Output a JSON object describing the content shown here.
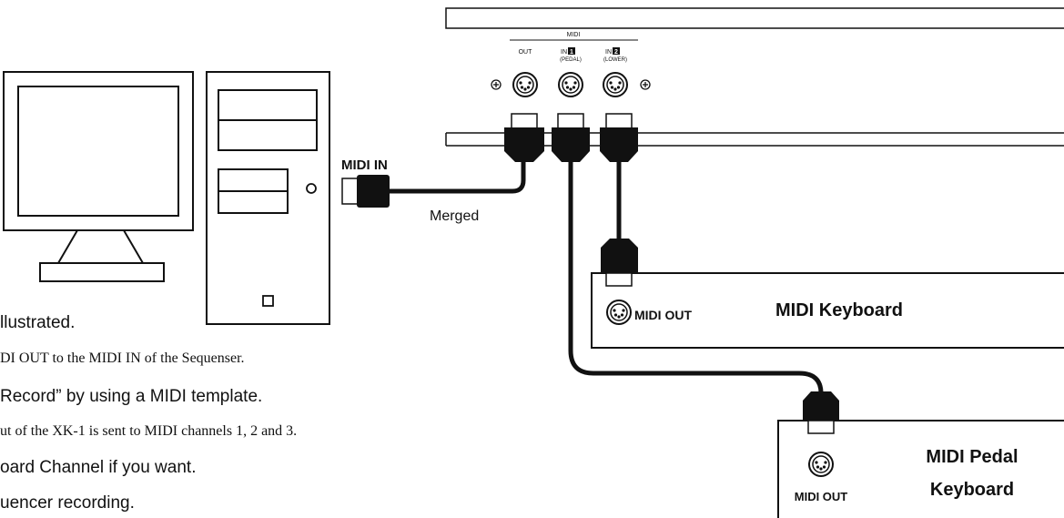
{
  "panel": {
    "midi_title": "MIDI",
    "port_out": "OUT",
    "port_in1": "IN",
    "port_in1_num": "1",
    "port_in1_sub": "(PEDAL)",
    "port_in2": "IN",
    "port_in2_num": "2",
    "port_in2_sub": "(LOWER)"
  },
  "computer": {
    "midi_in_label": "MIDI IN",
    "merged_label": "Merged"
  },
  "keyboard": {
    "name": "MIDI Keyboard",
    "midi_out_label": "MIDI OUT"
  },
  "pedal": {
    "name_line1": "MIDI Pedal",
    "name_line2": "Keyboard",
    "midi_out_label": "MIDI OUT"
  },
  "text_lines": [
    "llustrated.",
    "DI OUT to the MIDI IN of the Sequenser.",
    "Record” by using a MIDI template.",
    "ut of the XK-1 is sent to MIDI channels 1, 2 and 3.",
    "oard Channel if you want.",
    "uencer recording."
  ]
}
